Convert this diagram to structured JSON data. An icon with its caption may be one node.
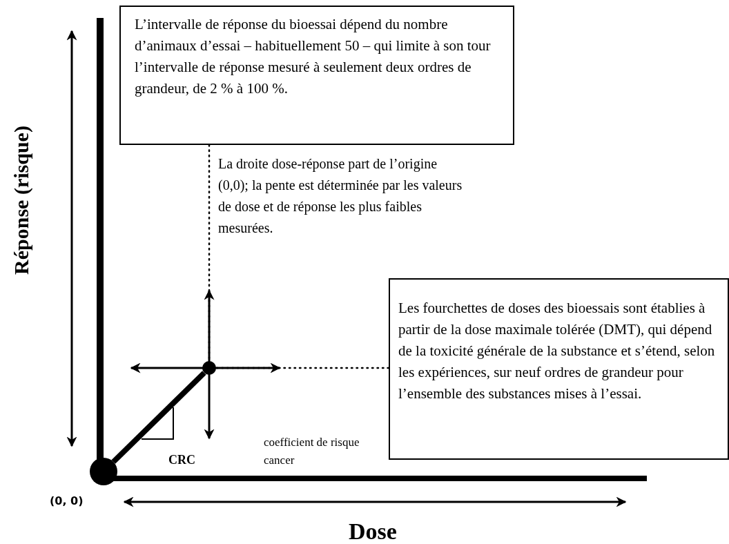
{
  "diagram": {
    "nodes": [
      {
        "text": [
          "L’intervalle de réponse du bioessai dépend du nombre d’animaux d’essai – habituellement 50 – qui limite à son tour l’intervalle de réponse mesuré à seulement deux ordres de grandeur, de 2 % à 100 %."
        ]
      },
      {
        "text": [
          "Les fourchettes de doses des bioessais sont établies à partir de la dose maximale tolérée (DMT), qui dépend de la toxicité générale de la substance et s’étend, selon les expériences, sur neuf ordres de grandeur pour l’ensemble des substances mises à l’essai."
        ]
      },
      {
        "text": [],
        "shape": "circle"
      },
      {
        "text": [],
        "shape": "circle"
      }
    ],
    "edges": [
      {
        "from": 0,
        "to": 2,
        "arrow": "none",
        "style": "dashed"
      },
      {
        "from": 1,
        "to": 2,
        "arrow": "none",
        "style": "dashed"
      },
      {
        "from": 3,
        "to": 2,
        "arrow": "none",
        "style": "thick"
      }
    ],
    "labels": [
      "Réponse (risque)",
      "La droite dose-réponse part de l’origine (0,0); la pente est déterminée par les valeurs de dose et de réponse les plus faibles mesurées.",
      "coefficient de risque cancer",
      "CRC",
      "(0, 0)",
      "Dose"
    ]
  }
}
